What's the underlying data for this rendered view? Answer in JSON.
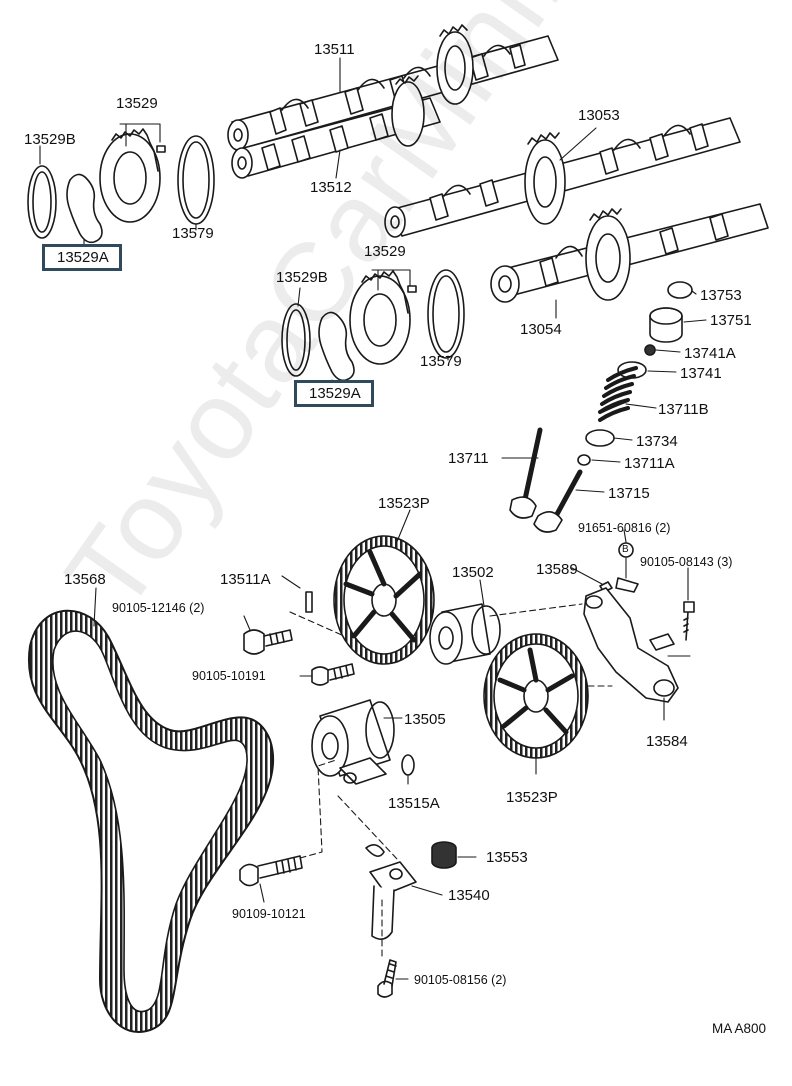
{
  "diagram": {
    "figure_ref": "MA A800",
    "watermark_text": "ToyotaCarMini.ru",
    "parts": {
      "camshaft_1": "13511",
      "camshaft_2": "13512",
      "camshaft_3": "13053",
      "camshaft_4": "13054",
      "gear_upper": "13529",
      "gear_lower": "13529",
      "snap_ring_upper": "13529B",
      "snap_ring_lower": "13529B",
      "wave_washer_upper": "13529A",
      "wave_washer_lower": "13529A",
      "ring_upper": "13579",
      "ring_lower": "13579",
      "shim": "13753",
      "lifter": "13751",
      "keeper": "13741A",
      "retainer": "13741",
      "valve_spring": "13711B",
      "spring_seat": "13734",
      "intake_valve": "13711",
      "valve_stem_part": "13711A",
      "exhaust_valve": "13715",
      "bolt_stud_ref": "91651-60816 (2)",
      "bolt_stud_marker": "B",
      "bolt_3": "90105-08143 (3)",
      "pulley_top": "13523P",
      "pulley_bottom": "13523P",
      "dowel_pin": "13511A",
      "idler_pulley": "13502",
      "bracket_part": "13589",
      "bolt_12146": "90105-12146 (2)",
      "bolt_10191": "90105-10191",
      "timing_belt": "13568",
      "tensioner_pulley": "13505",
      "washer": "13515A",
      "idler_bracket": "13584",
      "bolt_10121": "90109-10121",
      "tensioner_cap": "13553",
      "tensioner": "13540",
      "bolt_08156": "90105-08156 (2)"
    }
  }
}
